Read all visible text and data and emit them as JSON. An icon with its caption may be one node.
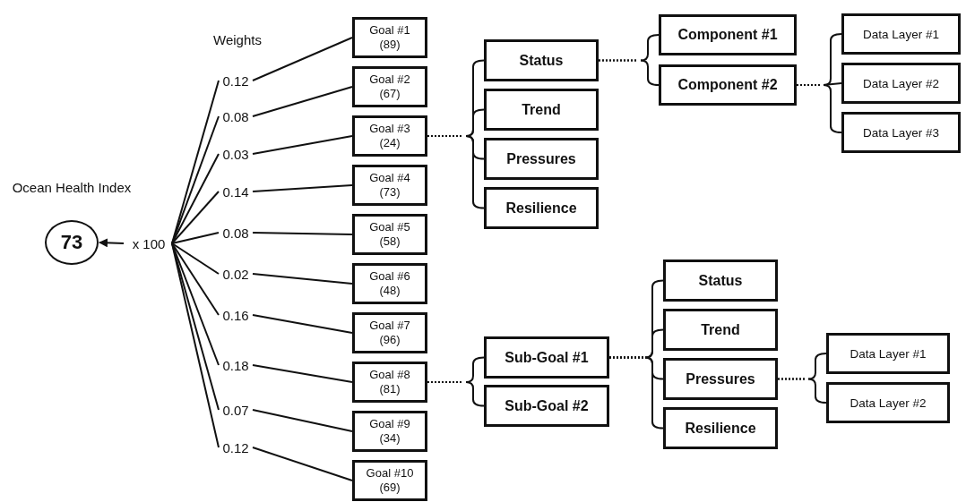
{
  "diagram": {
    "nodes": [
      {
        "text": [
          "73"
        ],
        "beside": [
          "Ocean Health Index"
        ]
      },
      {
        "text": [
          "x 100"
        ]
      },
      {
        "text": [
          "0.12"
        ]
      },
      {
        "text": [
          "0.08"
        ]
      },
      {
        "text": [
          "0.03"
        ]
      },
      {
        "text": [
          "0.14"
        ]
      },
      {
        "text": [
          "0.08"
        ]
      },
      {
        "text": [
          "0.02"
        ]
      },
      {
        "text": [
          "0.16"
        ]
      },
      {
        "text": [
          "0.18"
        ]
      },
      {
        "text": [
          "0.07"
        ]
      },
      {
        "text": [
          "0.12"
        ]
      },
      {
        "text": [
          "Goal #1 (89)"
        ]
      },
      {
        "text": [
          "Goal #2 (67)"
        ]
      },
      {
        "text": [
          "Goal #3 (24)"
        ]
      },
      {
        "text": [
          "Goal #4 (73)"
        ]
      },
      {
        "text": [
          "Goal #5 (58)"
        ]
      },
      {
        "text": [
          "Goal #6 (48)"
        ]
      },
      {
        "text": [
          "Goal #7 (96)"
        ]
      },
      {
        "text": [
          "Goal #8 (81)"
        ]
      },
      {
        "text": [
          "Goal #9 (34)"
        ]
      },
      {
        "text": [
          "Goal #10 (69)"
        ]
      },
      {
        "text": [
          "Status"
        ]
      },
      {
        "text": [
          "Trend"
        ]
      },
      {
        "text": [
          "Pressures"
        ]
      },
      {
        "text": [
          "Resilience"
        ]
      },
      {
        "text": [
          "Component #1"
        ]
      },
      {
        "text": [
          "Component #2"
        ]
      },
      {
        "text": [
          "Data Layer #1"
        ]
      },
      {
        "text": [
          "Data Layer #2"
        ]
      },
      {
        "text": [
          "Data Layer #3"
        ]
      },
      {
        "text": [
          "Sub-Goal #1"
        ]
      },
      {
        "text": [
          "Sub-Goal #2"
        ]
      },
      {
        "text": [
          "Status"
        ]
      },
      {
        "text": [
          "Trend"
        ]
      },
      {
        "text": [
          "Pressures"
        ]
      },
      {
        "text": [
          "Resilience"
        ]
      },
      {
        "text": [
          "Data Layer #1"
        ]
      },
      {
        "text": [
          "Data Layer #2"
        ]
      }
    ],
    "edges": [
      {
        "from": 1,
        "to": 0,
        "arrow": "to"
      },
      {
        "from": 1,
        "to": 2,
        "arrow": "none"
      },
      {
        "from": 1,
        "to": 3,
        "arrow": "none"
      },
      {
        "from": 1,
        "to": 4,
        "arrow": "none"
      },
      {
        "from": 1,
        "to": 5,
        "arrow": "none"
      },
      {
        "from": 1,
        "to": 6,
        "arrow": "none"
      },
      {
        "from": 1,
        "to": 7,
        "arrow": "none"
      },
      {
        "from": 1,
        "to": 8,
        "arrow": "none"
      },
      {
        "from": 1,
        "to": 9,
        "arrow": "none"
      },
      {
        "from": 1,
        "to": 10,
        "arrow": "none"
      },
      {
        "from": 1,
        "to": 11,
        "arrow": "none"
      },
      {
        "from": 2,
        "to": 12,
        "arrow": "none"
      },
      {
        "from": 3,
        "to": 13,
        "arrow": "none"
      },
      {
        "from": 4,
        "to": 14,
        "arrow": "none"
      },
      {
        "from": 5,
        "to": 15,
        "arrow": "none"
      },
      {
        "from": 6,
        "to": 16,
        "arrow": "none"
      },
      {
        "from": 7,
        "to": 17,
        "arrow": "none"
      },
      {
        "from": 8,
        "to": 18,
        "arrow": "none"
      },
      {
        "from": 9,
        "to": 19,
        "arrow": "none"
      },
      {
        "from": 10,
        "to": 20,
        "arrow": "none"
      },
      {
        "from": 11,
        "to": 21,
        "arrow": "none"
      },
      {
        "from": 14,
        "to": 22,
        "arrow": "none",
        "style": "dashed"
      },
      {
        "from": 14,
        "to": 23,
        "arrow": "none",
        "style": "dashed"
      },
      {
        "from": 14,
        "to": 24,
        "arrow": "none",
        "style": "dashed"
      },
      {
        "from": 14,
        "to": 25,
        "arrow": "none",
        "style": "dashed"
      },
      {
        "from": 22,
        "to": 26,
        "arrow": "none",
        "style": "dashed"
      },
      {
        "from": 22,
        "to": 27,
        "arrow": "none",
        "style": "dashed"
      },
      {
        "from": 27,
        "to": 28,
        "arrow": "none",
        "style": "dashed"
      },
      {
        "from": 27,
        "to": 29,
        "arrow": "none",
        "style": "dashed"
      },
      {
        "from": 27,
        "to": 30,
        "arrow": "none",
        "style": "dashed"
      },
      {
        "from": 19,
        "to": 31,
        "arrow": "none",
        "style": "dashed"
      },
      {
        "from": 19,
        "to": 32,
        "arrow": "none",
        "style": "dashed"
      },
      {
        "from": 31,
        "to": 33,
        "arrow": "none",
        "style": "dashed"
      },
      {
        "from": 31,
        "to": 34,
        "arrow": "none",
        "style": "dashed"
      },
      {
        "from": 31,
        "to": 35,
        "arrow": "none",
        "style": "dashed"
      },
      {
        "from": 31,
        "to": 36,
        "arrow": "none",
        "style": "dashed"
      },
      {
        "from": 35,
        "to": 37,
        "arrow": "none",
        "style": "dashed"
      },
      {
        "from": 35,
        "to": 38,
        "arrow": "none",
        "style": "dashed"
      }
    ],
    "labels": [
      "Weights"
    ]
  }
}
